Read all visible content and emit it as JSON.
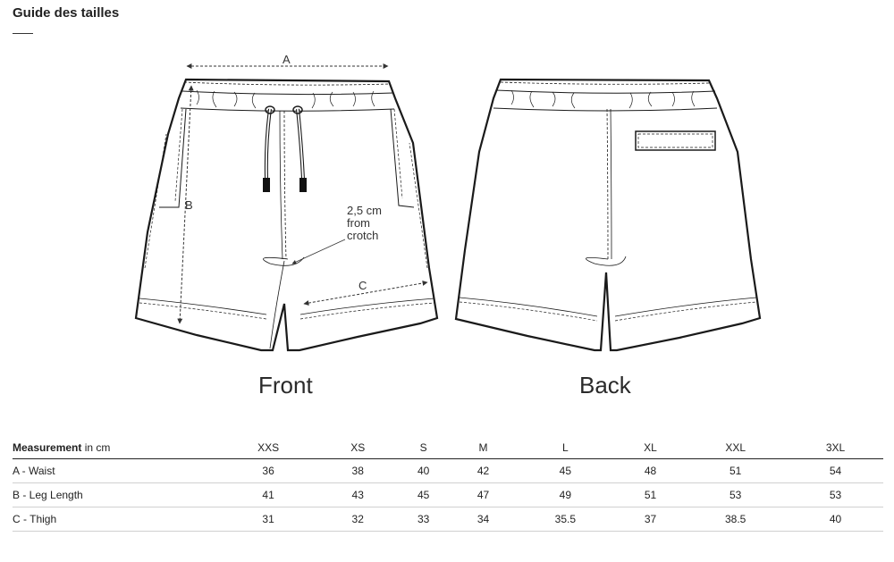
{
  "page": {
    "title": "Guide des tailles"
  },
  "illustration": {
    "front_label": "Front",
    "back_label": "Back",
    "dim_a": "A",
    "dim_b": "B",
    "dim_c": "C",
    "note_line1": "2,5 cm",
    "note_line2": "from",
    "note_line3": "crotch"
  },
  "table": {
    "header_bold": "Measurement",
    "header_unit": " in cm",
    "sizes": [
      "XXS",
      "XS",
      "S",
      "M",
      "L",
      "XL",
      "XXL",
      "3XL"
    ],
    "rows": [
      {
        "label": "A - Waist",
        "values": [
          "36",
          "38",
          "40",
          "42",
          "45",
          "48",
          "51",
          "54"
        ]
      },
      {
        "label": "B - Leg Length",
        "values": [
          "41",
          "43",
          "45",
          "47",
          "49",
          "51",
          "53",
          "53"
        ]
      },
      {
        "label": "C - Thigh",
        "values": [
          "31",
          "32",
          "33",
          "34",
          "35.5",
          "37",
          "38.5",
          "40"
        ]
      }
    ]
  }
}
